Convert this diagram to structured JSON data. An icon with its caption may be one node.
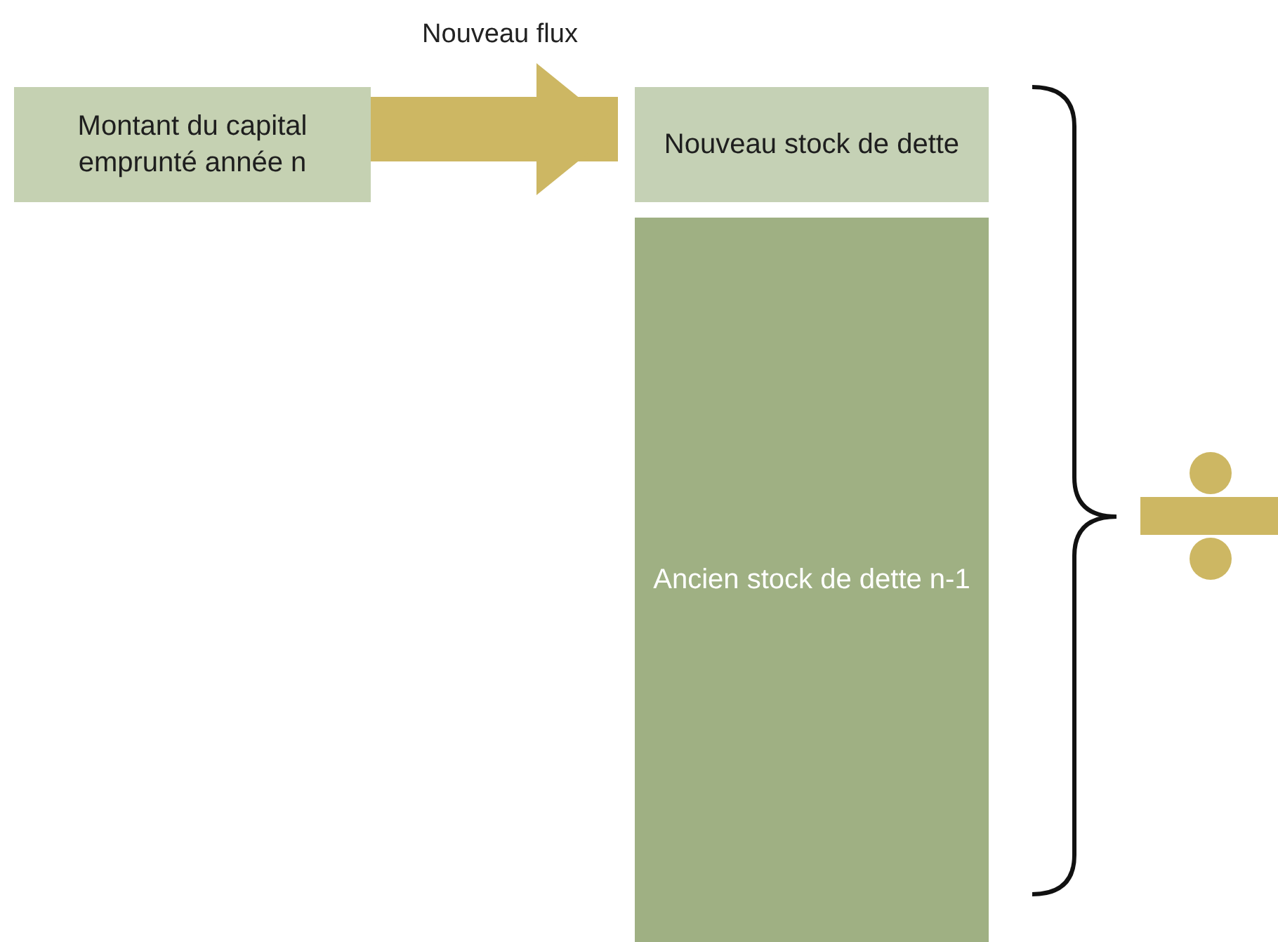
{
  "diagram": {
    "nodes": [
      {
        "text": [
          "Montant du capital emprunté année n"
        ]
      },
      {
        "text": [
          "Nouveau stock de dette"
        ]
      },
      {
        "text": [
          "Ancien stock de dette n-1"
        ]
      }
    ],
    "edges": [
      {
        "from": 0,
        "to": 1,
        "arrow": "to",
        "label": "Nouveau flux"
      }
    ]
  }
}
